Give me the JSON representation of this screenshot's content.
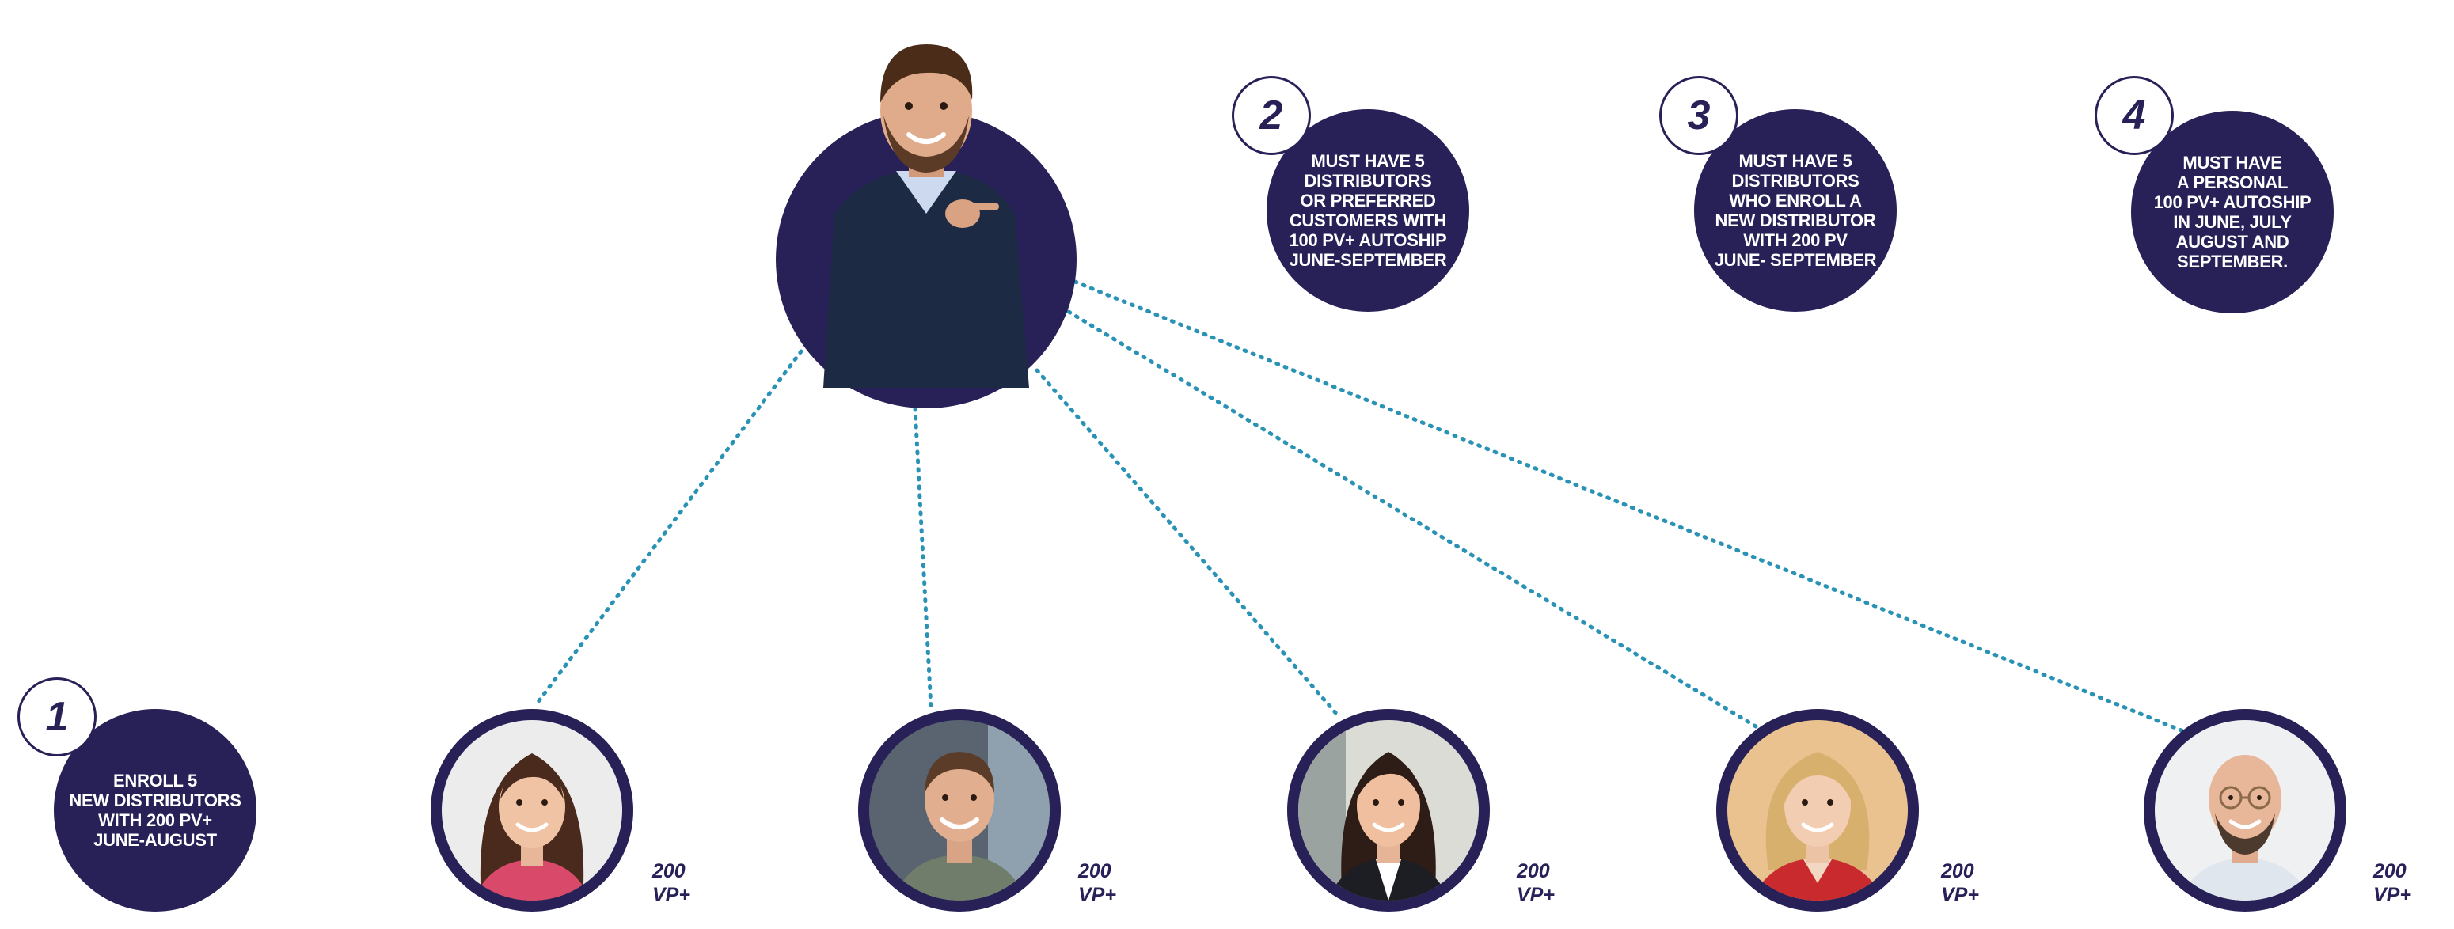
{
  "colors": {
    "navy": "#272158",
    "dots": "#2a93b5",
    "white": "#ffffff"
  },
  "steps": [
    {
      "number": "1",
      "lines": [
        "ENROLL 5",
        "NEW DISTRIBUTORS",
        "WITH 200 PV+",
        "JUNE-AUGUST"
      ]
    },
    {
      "number": "2",
      "lines": [
        "MUST HAVE 5",
        "DISTRIBUTORS",
        "OR PREFERRED",
        "CUSTOMERS WITH",
        "100 PV+ AUTOSHIP",
        "JUNE-SEPTEMBER"
      ]
    },
    {
      "number": "3",
      "lines": [
        "MUST HAVE 5",
        "DISTRIBUTORS",
        "WHO ENROLL A",
        "NEW DISTRIBUTOR",
        "WITH 200 PV",
        "JUNE- SEPTEMBER"
      ]
    },
    {
      "number": "4",
      "lines": [
        "MUST HAVE",
        "A PERSONAL",
        "100 PV+ AUTOSHIP",
        "IN JUNE, JULY",
        "AUGUST AND",
        "SEPTEMBER."
      ]
    }
  ],
  "leader": {
    "icon": "pointing-man-photo"
  },
  "recruits": [
    {
      "icon": "woman-brunette-portrait",
      "vp_value": "200",
      "vp_unit": "VP+"
    },
    {
      "icon": "young-man-portrait",
      "vp_value": "200",
      "vp_unit": "VP+"
    },
    {
      "icon": "woman-dark-hair-portrait",
      "vp_value": "200",
      "vp_unit": "VP+"
    },
    {
      "icon": "woman-blonde-portrait",
      "vp_value": "200",
      "vp_unit": "VP+"
    },
    {
      "icon": "bald-man-portrait",
      "vp_value": "200",
      "vp_unit": "VP+"
    }
  ]
}
